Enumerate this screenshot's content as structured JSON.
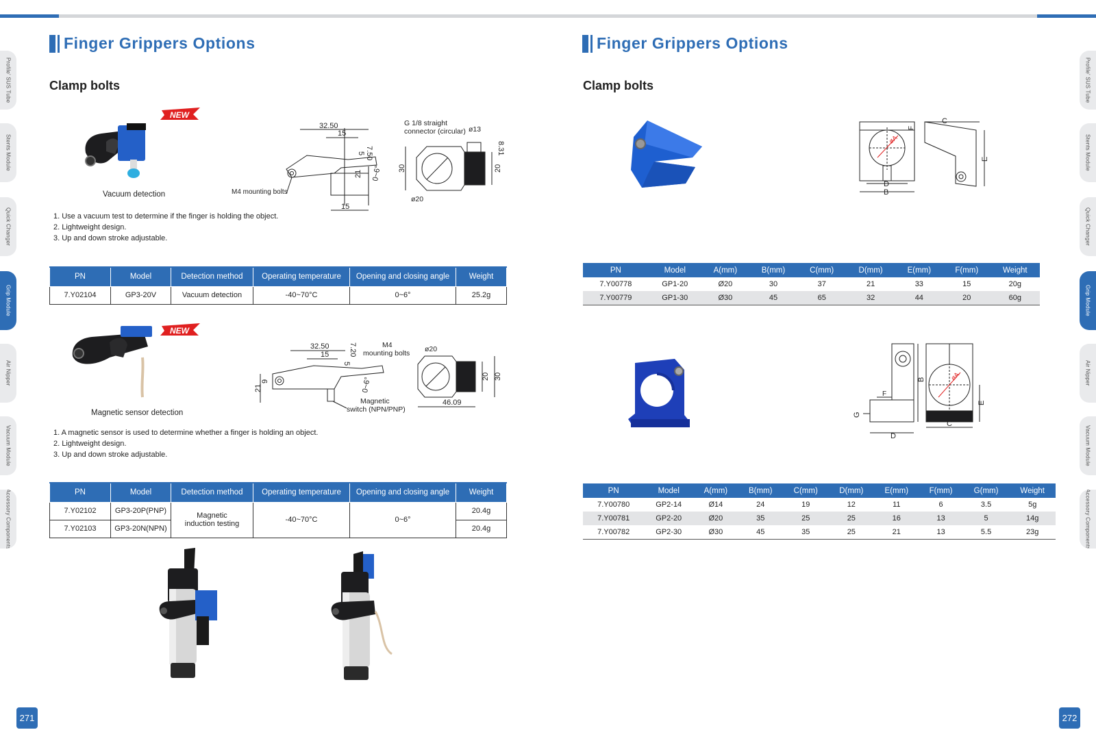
{
  "side_tabs": [
    "Profile' SUS Tube",
    "Stents Module",
    "Quick Changer",
    "Grip Module",
    "Air Nipper",
    "Vacuum Module",
    "Accessory Components"
  ],
  "active_tab_index": 3,
  "left": {
    "title": "Finger Grippers Options",
    "subtitle": "Clamp bolts",
    "new_badge": "NEW",
    "product1": {
      "caption": "Vacuum detection",
      "drawing": {
        "d1": "32.50",
        "d2": "15",
        "d3": "7.50",
        "d4": "5",
        "d5": "21",
        "d6": "0~6°",
        "d7": "15",
        "mount": "M4 mounting bolts",
        "conn1": "G 1/8 straight",
        "conn2": "connector (circular)",
        "d8": "ø13",
        "d9": "8.31",
        "d10": "30",
        "d11": "20",
        "d12": "ø20"
      },
      "notes": [
        "1. Use a vacuum test to determine if the finger is holding the object.",
        "2. Lightweight design.",
        "3. Up and down stroke adjustable."
      ],
      "headers": [
        "PN",
        "Model",
        "Detection method",
        "Operating temperature",
        "Opening and closing angle",
        "Weight"
      ],
      "row": [
        "7.Y02104",
        "GP3-20V",
        "Vacuum detection",
        "-40~70°C",
        "0~6°",
        "25.2g"
      ]
    },
    "product2": {
      "caption": "Magnetic sensor detection",
      "drawing": {
        "d1": "32.50",
        "d2": "15",
        "d3": "7.20",
        "d4": "5",
        "d5": "21",
        "d6": "9",
        "d7": "0~6°",
        "m4": "M4",
        "mount": "mounting bolts",
        "switch1": "Magnetic",
        "switch2": "switch (NPN/PNP)",
        "d8": "ø20",
        "d9": "20",
        "d10": "30",
        "d11": "46.09"
      },
      "notes": [
        "1. A magnetic sensor is used to determine whether a finger is holding an object.",
        "2. Lightweight design.",
        "3. Up and down stroke adjustable."
      ],
      "headers": [
        "PN",
        "Model",
        "Detection method",
        "Operating temperature",
        "Opening and closing angle",
        "Weight"
      ],
      "rows": [
        {
          "pn": "7.Y02102",
          "model": "GP3-20P(PNP)",
          "weight": "20.4g"
        },
        {
          "pn": "7.Y02103",
          "model": "GP3-20N(NPN)",
          "weight": "20.4g"
        }
      ],
      "method1": "Magnetic",
      "method2": "induction testing",
      "temp": "-40~70°C",
      "angle": "0~6°"
    },
    "page": "271"
  },
  "right": {
    "title": "Finger Grippers Options",
    "subtitle": "Clamp bolts",
    "gp1": {
      "labels": {
        "c": "C",
        "f": "F",
        "e": "E",
        "d": "D",
        "b": "B",
        "a": "øA"
      },
      "headers": [
        "PN",
        "Model",
        "A(mm)",
        "B(mm)",
        "C(mm)",
        "D(mm)",
        "E(mm)",
        "F(mm)",
        "Weight"
      ],
      "rows": [
        [
          "7.Y00778",
          "GP1-20",
          "Ø20",
          "30",
          "37",
          "21",
          "33",
          "15",
          "20g"
        ],
        [
          "7.Y00779",
          "GP1-30",
          "Ø30",
          "45",
          "65",
          "32",
          "44",
          "20",
          "60g"
        ]
      ]
    },
    "gp2": {
      "labels": {
        "b": "B",
        "f": "F",
        "g": "G",
        "d": "D",
        "e": "E",
        "c": "C",
        "a": "øA"
      },
      "headers": [
        "PN",
        "Model",
        "A(mm)",
        "B(mm)",
        "C(mm)",
        "D(mm)",
        "E(mm)",
        "F(mm)",
        "G(mm)",
        "Weight"
      ],
      "rows": [
        [
          "7.Y00780",
          "GP2-14",
          "Ø14",
          "24",
          "19",
          "12",
          "11",
          "6",
          "3.5",
          "5g"
        ],
        [
          "7.Y00781",
          "GP2-20",
          "Ø20",
          "35",
          "25",
          "25",
          "16",
          "13",
          "5",
          "14g"
        ],
        [
          "7.Y00782",
          "GP2-30",
          "Ø30",
          "45",
          "35",
          "25",
          "21",
          "13",
          "5.5",
          "23g"
        ]
      ]
    },
    "page": "272"
  },
  "colors": {
    "accent": "#2e6db5",
    "part_blue": "#1e5fd0",
    "red": "#e02020"
  }
}
